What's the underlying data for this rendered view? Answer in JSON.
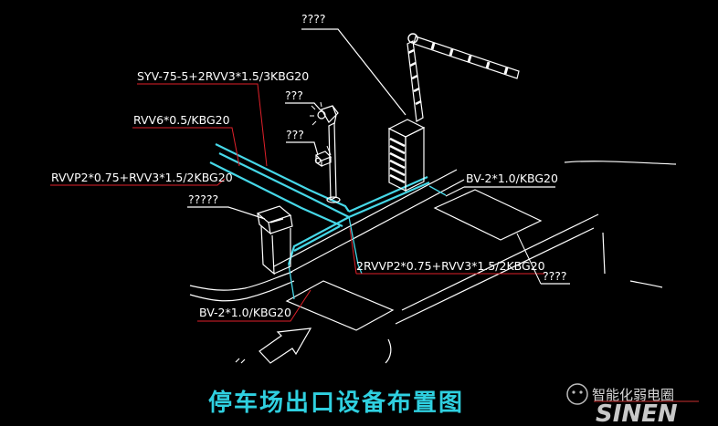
{
  "title": "停车场出口设备布置图",
  "labels": {
    "barrier_gate": "????",
    "cable_syv": "SYV-75-5+2RVV3*1.5/3KBG20",
    "light": "???",
    "cable_rvv6": "RVV6*0.5/KBG20",
    "camera": "???",
    "cable_rvvp_left": "RVVP2*0.75+RVV3*1.5/2KBG20",
    "terminal": "?????",
    "cable_bv_right": "BV-2*1.0/KBG20",
    "cable_rvvp_center": "2RVVP2*0.75+RVV3*1.5/2KBG20",
    "loop_detector": "????",
    "cable_bv_bottom": "BV-2*1.0/KBG20"
  },
  "watermark": {
    "text": "智能化弱电圈",
    "brand": "SINEN"
  },
  "colors": {
    "background": "#000000",
    "cable": "#46d8e8",
    "leader": "#e0202a",
    "outline": "#ffffff",
    "title": "#2fd0e0"
  }
}
